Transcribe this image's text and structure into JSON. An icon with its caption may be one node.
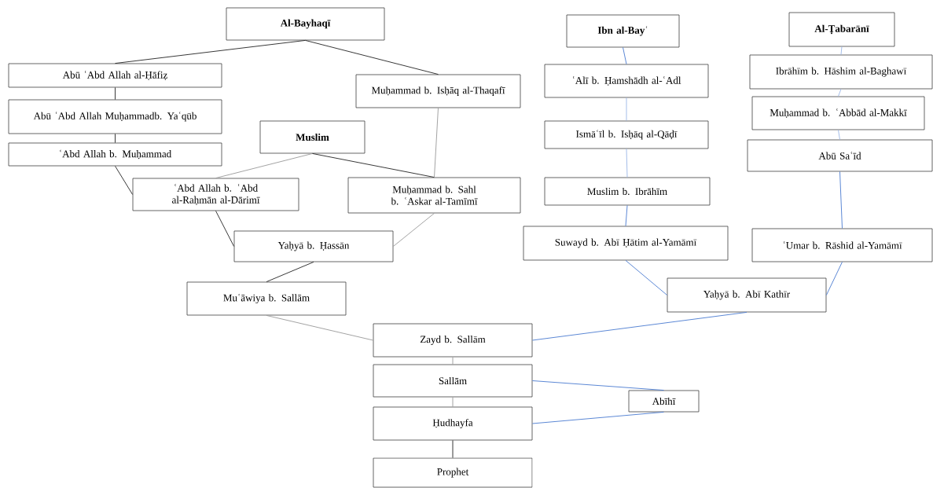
{
  "diagram": {
    "nodes": [
      {
        "text": [
          "Al-Bayhaqī"
        ]
      },
      {
        "text": [
          "Abū ʿAbd Allah al-Ḥāfiẓ"
        ]
      },
      {
        "text": [
          "Muḥammad b. Isḥāq al-Thaqafī"
        ]
      },
      {
        "text": [
          "Abū ʿAbd Allah Muḥammadb. Yaʿqūb"
        ]
      },
      {
        "text": [
          "Muslim"
        ]
      },
      {
        "text": [
          "ʿAbd Allah b. Muḥammad"
        ]
      },
      {
        "text": [
          "ʿAbd Allah b. ʿAbd al-Raḥmān al-Dārimī"
        ]
      },
      {
        "text": [
          "Muḥammad b. Sahl b. ʿAskar al-Tamīmī"
        ]
      },
      {
        "text": [
          "Yaḥyā b. Ḥassān"
        ]
      },
      {
        "text": [
          "Muʿāwiya b. Sallām"
        ]
      },
      {
        "text": [
          "Zayd b. Sallām"
        ]
      },
      {
        "text": [
          "Sallām"
        ]
      },
      {
        "text": [
          "Ḥudhayfa"
        ]
      },
      {
        "text": [
          "Prophet"
        ]
      },
      {
        "text": [
          "Ibn al-Bayʿ"
        ]
      },
      {
        "text": [
          "ʿAlī b. Ḥamshādh al-ʿAdl"
        ]
      },
      {
        "text": [
          "Ismāʿīl b. Isḥāq al-Qāḍī"
        ]
      },
      {
        "text": [
          "Muslim b. Ibrāhīm"
        ]
      },
      {
        "text": [
          "Suwayd b. Abī Ḥātim al-Yamāmī"
        ]
      },
      {
        "text": [
          "Al-Ṭabarānī"
        ]
      },
      {
        "text": [
          "Ibrāhīm b. Hāshim al-Baghawī"
        ]
      },
      {
        "text": [
          "Muḥammad b. ʿAbbād al-Makkī"
        ]
      },
      {
        "text": [
          "Abū Saʿīd"
        ]
      },
      {
        "text": [
          "ʿUmar b. Rāshid al-Yamāmī"
        ]
      },
      {
        "text": [
          "Yaḥyā b. Abī Kathīr"
        ]
      },
      {
        "text": [
          "Abīhī"
        ]
      }
    ],
    "edges": [
      {
        "from": 0,
        "to": 1,
        "arrow": "none",
        "color": "#222222"
      },
      {
        "from": 0,
        "to": 2,
        "arrow": "none",
        "color": "#222222"
      },
      {
        "from": 1,
        "to": 3,
        "arrow": "none",
        "color": "#222222"
      },
      {
        "from": 3,
        "to": 5,
        "arrow": "none",
        "color": "#222222"
      },
      {
        "from": 5,
        "to": 6,
        "arrow": "none",
        "color": "#222222"
      },
      {
        "from": 4,
        "to": 6,
        "arrow": "none",
        "color": "#999999"
      },
      {
        "from": 4,
        "to": 7,
        "arrow": "none",
        "color": "#222222"
      },
      {
        "from": 2,
        "to": 7,
        "arrow": "none",
        "color": "#999999"
      },
      {
        "from": 6,
        "to": 8,
        "arrow": "none",
        "color": "#222222"
      },
      {
        "from": 7,
        "to": 8,
        "arrow": "none",
        "color": "#999999"
      },
      {
        "from": 8,
        "to": 9,
        "arrow": "none",
        "color": "#222222"
      },
      {
        "from": 9,
        "to": 10,
        "arrow": "none",
        "color": "#999999"
      },
      {
        "from": 10,
        "to": 11,
        "arrow": "none",
        "color": "#999999"
      },
      {
        "from": 11,
        "to": 12,
        "arrow": "none",
        "color": "#999999"
      },
      {
        "from": 12,
        "to": 13,
        "arrow": "none",
        "color": "#222222"
      },
      {
        "from": 14,
        "to": 15,
        "arrow": "none",
        "color": "#4a7bd0"
      },
      {
        "from": 15,
        "to": 16,
        "arrow": "none",
        "color": "#9ab5e6"
      },
      {
        "from": 16,
        "to": 17,
        "arrow": "none",
        "color": "#9ab5e6"
      },
      {
        "from": 17,
        "to": 18,
        "arrow": "none",
        "color": "#4a7bd0"
      },
      {
        "from": 18,
        "to": 24,
        "arrow": "none",
        "color": "#4a7bd0"
      },
      {
        "from": 19,
        "to": 20,
        "arrow": "none",
        "color": "#9ab5e6"
      },
      {
        "from": 20,
        "to": 21,
        "arrow": "none",
        "color": "#9ab5e6"
      },
      {
        "from": 21,
        "to": 22,
        "arrow": "none",
        "color": "#9ab5e6"
      },
      {
        "from": 22,
        "to": 23,
        "arrow": "none",
        "color": "#4a7bd0"
      },
      {
        "from": 23,
        "to": 24,
        "arrow": "none",
        "color": "#4a7bd0"
      },
      {
        "from": 24,
        "to": 10,
        "arrow": "none",
        "color": "#4a7bd0"
      },
      {
        "from": 11,
        "to": 25,
        "arrow": "none",
        "color": "#4a7bd0"
      },
      {
        "from": 12,
        "to": 25,
        "arrow": "none",
        "color": "#4a7bd0"
      }
    ]
  }
}
